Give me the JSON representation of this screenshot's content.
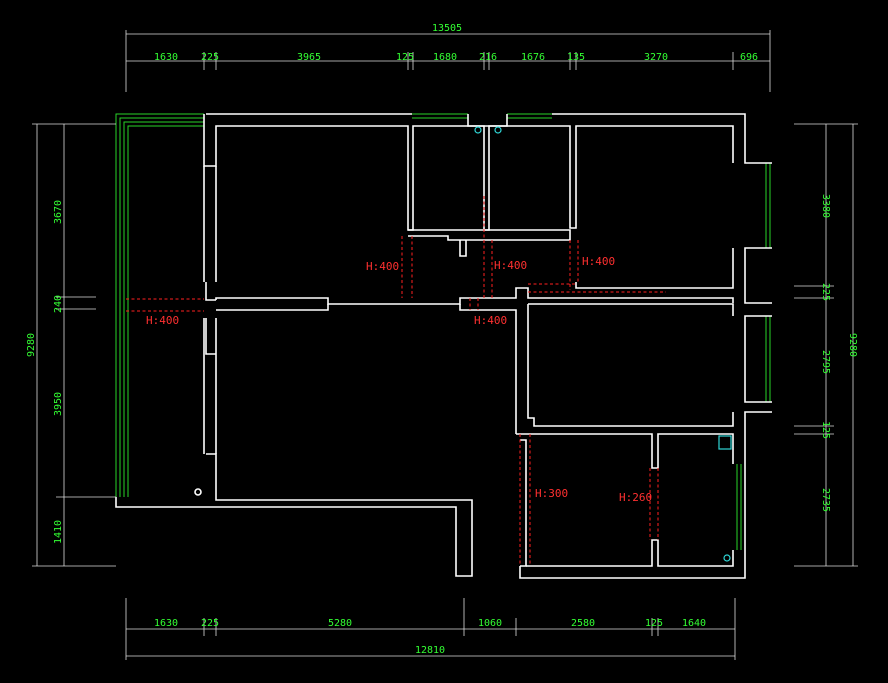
{
  "colors": {
    "background": "#000000",
    "walls": "#ffffff",
    "windows": "#28d428",
    "dimension_text": "#33ff33",
    "beam_lines": "#ff2020",
    "fixtures": "#2fd6d6"
  },
  "dimensions": {
    "top_total": "13505",
    "top_segments": [
      "1630",
      "225",
      "3965",
      "125",
      "1680",
      "216",
      "1676",
      "135",
      "3270",
      "696"
    ],
    "bottom_segments": [
      "1630",
      "225",
      "5280",
      "1060",
      "2580",
      "125",
      "1640"
    ],
    "bottom_total": "12810",
    "left_total": "9280",
    "left_segments": [
      "3670",
      "240",
      "3950",
      "1410"
    ],
    "right_total": "9280",
    "right_segments": [
      "3380",
      "225",
      "2795",
      "125",
      "2735"
    ]
  },
  "beam_heights": {
    "upper_left_hall": "H:400",
    "left_room": "H:400",
    "center_corridor": "H:400",
    "right_corridor": "H:400",
    "lower_center": "H:400",
    "bottom_room": "H:300",
    "bottom_right": "H:260"
  }
}
